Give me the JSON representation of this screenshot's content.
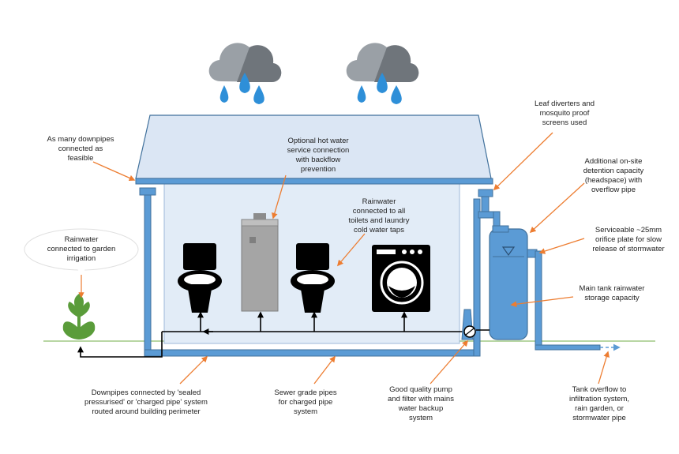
{
  "labels": {
    "downpipes_many": "As many downpipes\nconnected as\nfeasible",
    "hot_water": "Optional hot water\nservice connection\nwith backflow\nprevention",
    "toilets": "Rainwater\nconnected to  all\ntoilets and laundry\ncold water taps",
    "leaf_diverters": "Leaf diverters and\nmosquito proof\nscreens used",
    "detention": "Additional on-site\ndetention capacity\n(headspace) with\noverflow pipe",
    "orifice": "Serviceable ~25mm\norifice plate for slow\nrelease of stormwater",
    "main_tank": "Main tank rainwater\nstorage capacity",
    "garden": "Rainwater\nconnected to garden\nirrigation",
    "sealed_pipes": "Downpipes connected by 'sealed\npressurised' or 'charged pipe' system\nrouted around building perimeter",
    "sewer_pipes": "Sewer grade pipes\nfor charged pipe\nsystem",
    "pump": "Good quality pump\nand filter with mains\nwater backup\nsystem",
    "overflow": "Tank overflow to\ninfiltration system,\nrain garden, or\nstormwater pipe"
  },
  "colors": {
    "pipe": "#5b9bd5",
    "pipe_dark": "#41719c",
    "roof": "#dbe6f4",
    "wall": "#e2ecf7",
    "arrow": "#ed7d31",
    "cloud": "#9aa0a6",
    "drop": "#2e8fd8",
    "ground": "#70ad47",
    "plant": "#5a9c3a"
  },
  "icons": [
    "rain-cloud-icon",
    "toilet-icon",
    "water-heater-icon",
    "washing-machine-icon",
    "plant-icon",
    "pump-icon",
    "tank-icon"
  ]
}
